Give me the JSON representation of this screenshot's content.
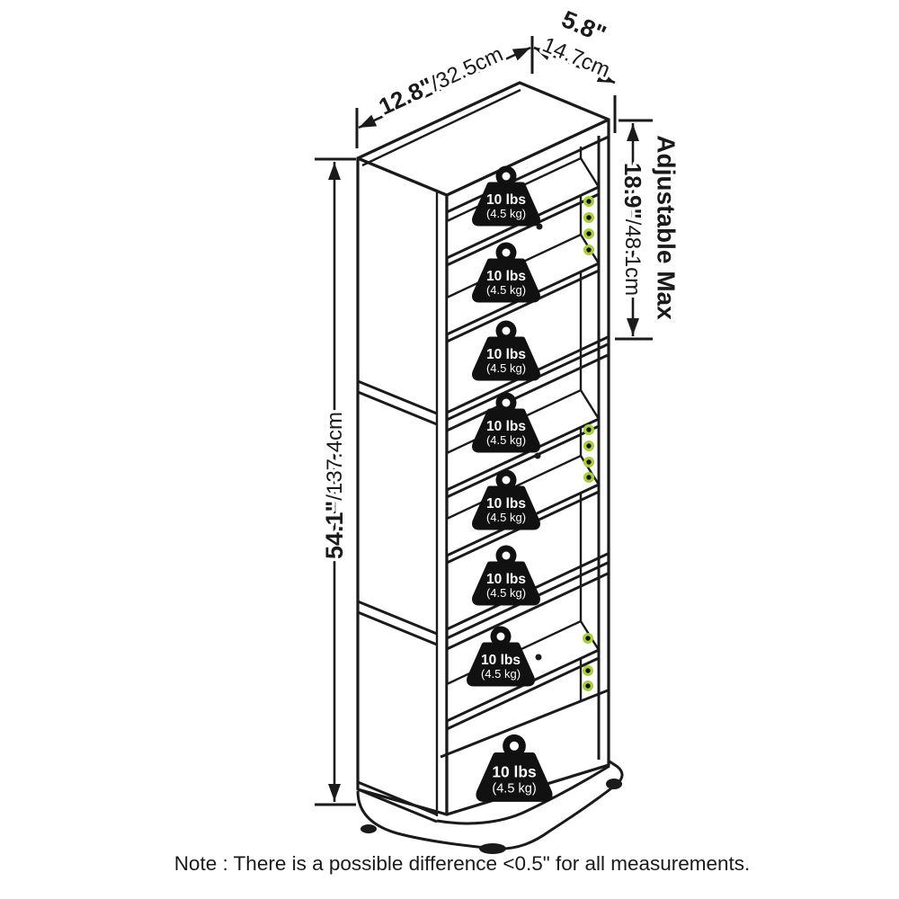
{
  "diagram": {
    "note": "Note : There is a possible difference <0.5\" for all measurements.",
    "adjustable_label": "Adjustable Max",
    "dimensions": {
      "width_in": "12.8\"",
      "width_cm": "/32.5cm",
      "depth_in": "5.8\"",
      "depth_cm": "14.7cm",
      "height_in": "54.1\"",
      "height_cm": "/137.4cm",
      "adjustable_in": "18.9\"",
      "adjustable_cm": "/48.1cm"
    },
    "weight": {
      "lbs": "10 lbs",
      "kg": "(4.5 kg)"
    },
    "weight_count": 8,
    "colors": {
      "accent_green": "#8DC63F",
      "hole_green": "#A8CE3B",
      "line": "#1a1a1a"
    }
  }
}
